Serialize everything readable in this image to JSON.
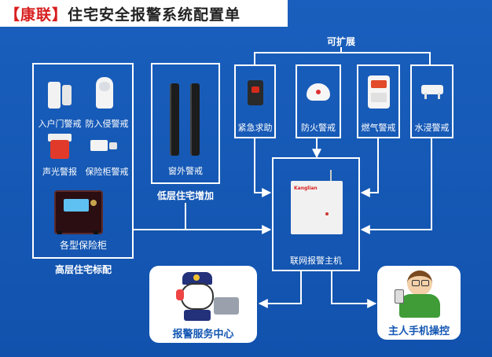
{
  "title": {
    "brand": "【康联】",
    "main": "住宅安全报警系统配置单"
  },
  "expandable": "可扩展",
  "high_floor": {
    "caption": "高层住宅标配",
    "items": [
      "入户门警戒",
      "防入侵警戒",
      "声光警报",
      "保险柜警戒",
      "各型保险柜"
    ]
  },
  "low_floor": {
    "caption": "低层住宅增加",
    "item": "窗外警戒"
  },
  "extensions": [
    "紧急求助",
    "防火警戒",
    "燃气警戒",
    "水浸警戒"
  ],
  "host": {
    "label": "联网报警主机",
    "brand_mark": "Kanglian"
  },
  "service_center": "报警服务中心",
  "owner_phone": "主人手机操控",
  "colors": {
    "background": "#1457b3",
    "brand_red": "#d81e1e",
    "line": "#ffffff"
  }
}
